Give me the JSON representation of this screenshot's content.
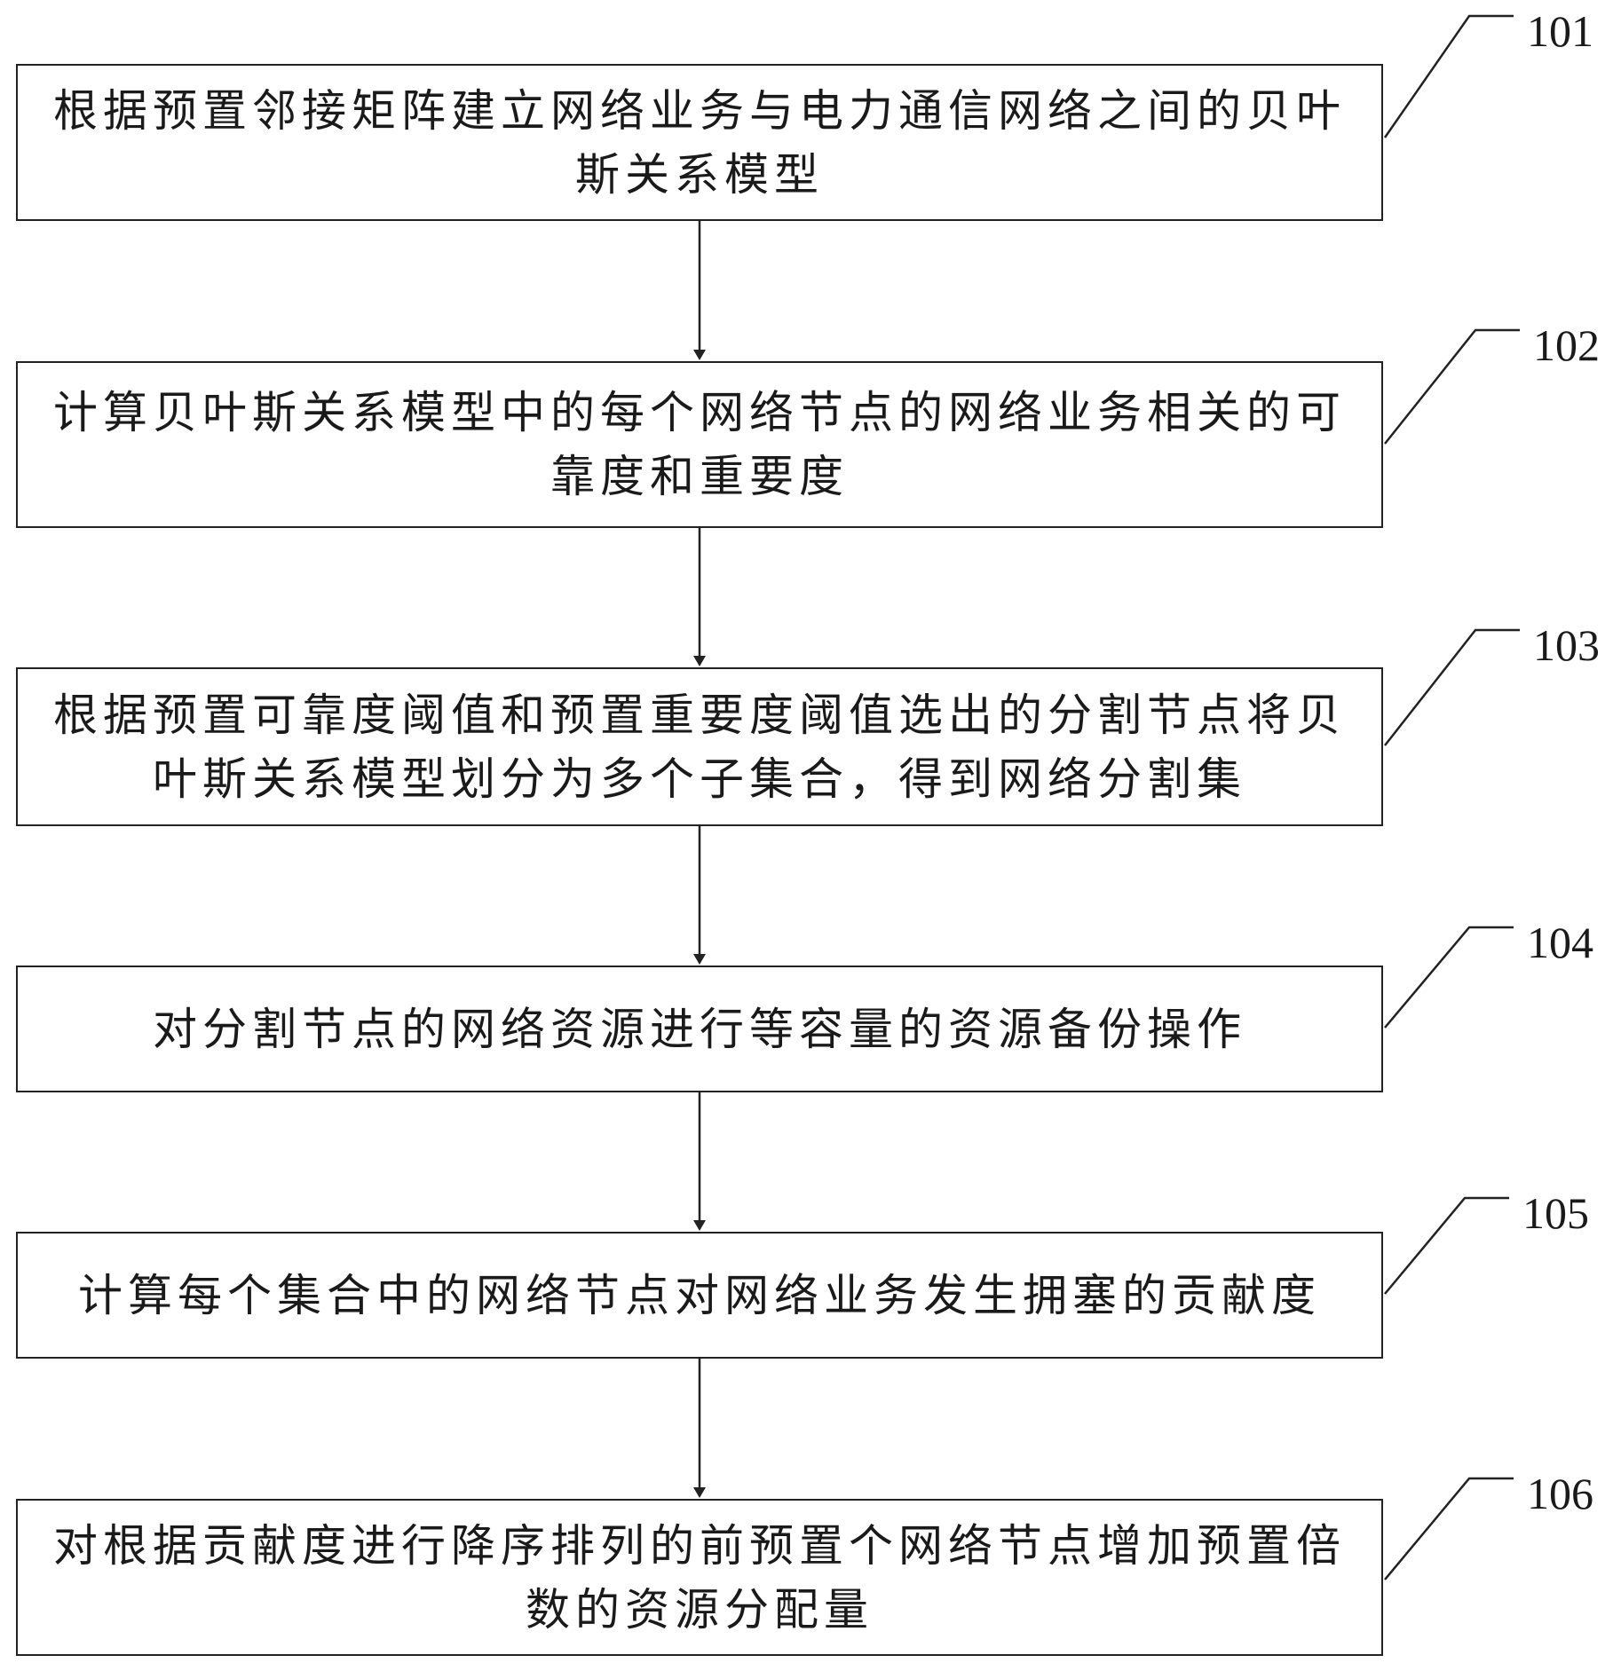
{
  "steps": [
    {
      "id": "101",
      "text": "根据预置邻接矩阵建立网络业务与电力通信网络之间的贝叶斯关系模型"
    },
    {
      "id": "102",
      "text": "计算贝叶斯关系模型中的每个网络节点的网络业务相关的可靠度和重要度"
    },
    {
      "id": "103",
      "text": "根据预置可靠度阈值和预置重要度阈值选出的分割节点将贝叶斯关系模型划分为多个子集合，得到网络分割集"
    },
    {
      "id": "104",
      "text": "对分割节点的网络资源进行等容量的资源备份操作"
    },
    {
      "id": "105",
      "text": "计算每个集合中的网络节点对网络业务发生拥塞的贡献度"
    },
    {
      "id": "106",
      "text": "对根据贡献度进行降序排列的前预置个网络节点增加预置倍数的资源分配量"
    }
  ]
}
